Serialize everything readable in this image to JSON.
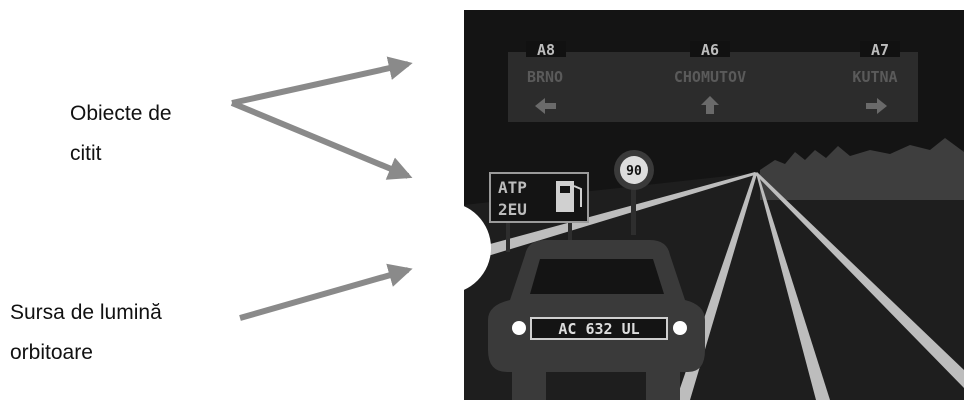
{
  "labels": {
    "readable_objects": {
      "line1": "Obiecte de",
      "line2": "citit"
    },
    "glare_source": {
      "line1": "Sursa de lumină",
      "line2": "orbitoare"
    }
  },
  "scene": {
    "overhead_sign": {
      "routes": [
        {
          "road": "A8",
          "city": "BRNO",
          "direction": "left"
        },
        {
          "road": "A6",
          "city": "CHOMUTOV",
          "direction": "up"
        },
        {
          "road": "A7",
          "city": "KUTNA",
          "direction": "right"
        }
      ]
    },
    "speed_limit": "90",
    "gas_station_sign": {
      "line1": "ATP",
      "line2": "2EU"
    },
    "license_plate": "AC 632 UL"
  },
  "colors": {
    "scene_background": "#141414",
    "sign_panel": "#2c2c2c",
    "sign_text": "#bdbdbd",
    "arrow": "#8a8a8a",
    "car_body": "#3a3a3a",
    "headlight": "#ffffff"
  }
}
